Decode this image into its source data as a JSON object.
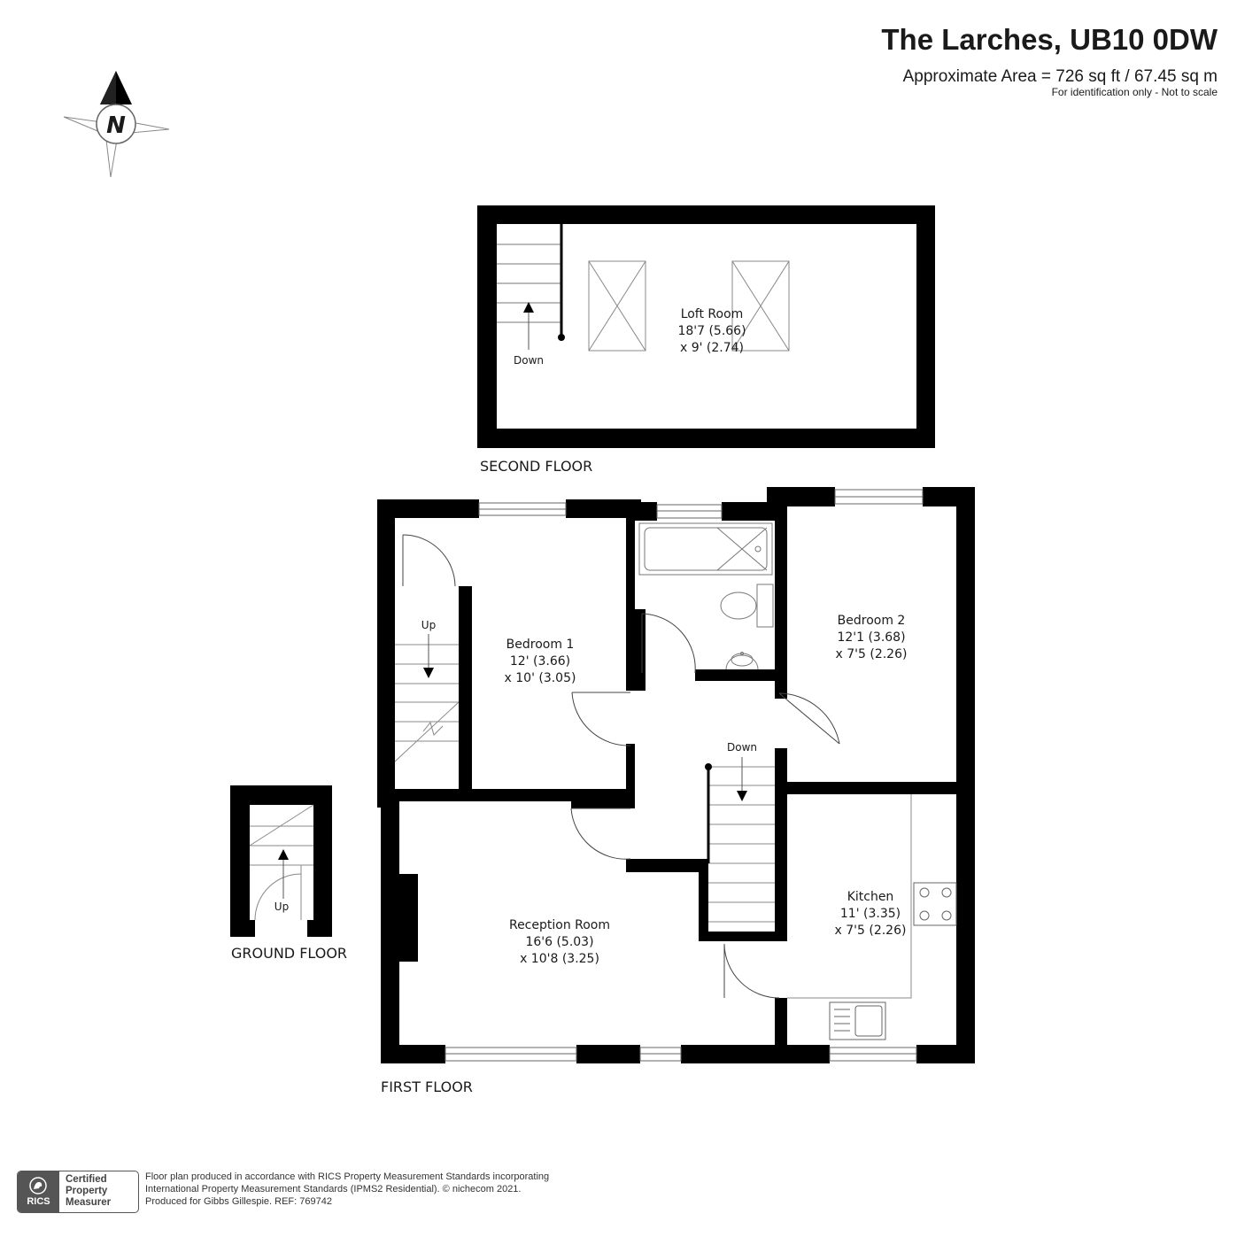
{
  "header": {
    "title": "The Larches, UB10 0DW",
    "area": "Approximate Area = 726 sq ft / 67.45 sq m",
    "note": "For identification only - Not to scale"
  },
  "compass": {
    "letter": "N"
  },
  "floors": {
    "second": {
      "label": "SECOND FLOOR",
      "stairs_label": "Down",
      "loft": {
        "name": "Loft Room",
        "dim1": "18'7 (5.66)",
        "dim2": "x 9' (2.74)"
      }
    },
    "first": {
      "label": "FIRST FLOOR",
      "stairs_up_label": "Up",
      "stairs_down_label": "Down",
      "bedroom1": {
        "name": "Bedroom 1",
        "dim1": "12' (3.66)",
        "dim2": "x 10' (3.05)"
      },
      "bedroom2": {
        "name": "Bedroom 2",
        "dim1": "12'1 (3.68)",
        "dim2": "x 7'5 (2.26)"
      },
      "kitchen": {
        "name": "Kitchen",
        "dim1": "11' (3.35)",
        "dim2": "x 7'5 (2.26)"
      },
      "reception": {
        "name": "Reception Room",
        "dim1": "16'6 (5.03)",
        "dim2": "x 10'8 (3.25)"
      }
    },
    "ground": {
      "label": "GROUND FLOOR",
      "stairs_label": "Up"
    }
  },
  "footer": {
    "line1": "Floor plan produced in accordance with RICS Property Measurement Standards incorporating",
    "line2": "International Property Measurement Standards (IPMS2 Residential).   © nichecom 2021.",
    "line3": "Produced for Gibbs Gillespie.   REF:  769742"
  },
  "badge": {
    "org": "RICS",
    "line1": "Certified",
    "line2": "Property",
    "line3": "Measurer"
  },
  "colors": {
    "wall": "#000000",
    "line": "#444444",
    "badge": "#555555"
  }
}
